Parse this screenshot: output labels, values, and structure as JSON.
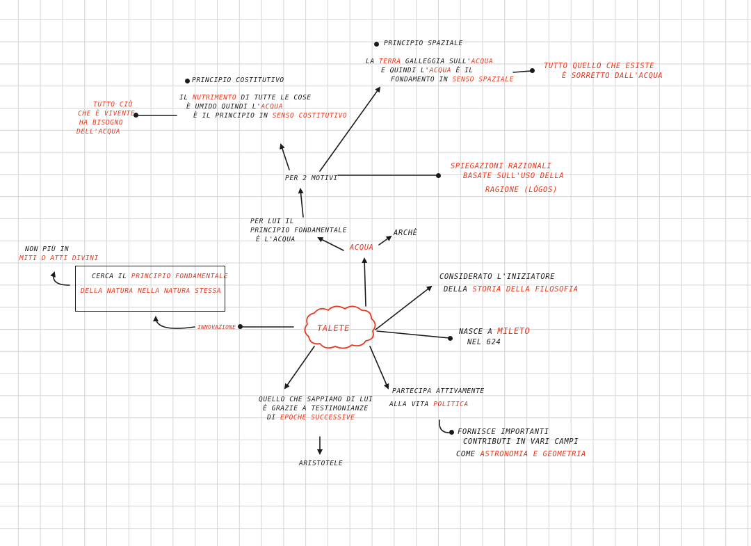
{
  "colors": {
    "ink": "#1a1a1a",
    "accent": "#e8381e",
    "grid": "#d4d4d4",
    "paper": "#ffffff"
  },
  "center": {
    "label": "TALETE"
  },
  "acqua": {
    "word": "ACQUA",
    "arche": "ARCHÈ",
    "fundamental": [
      "PER LUI IL",
      "PRINCIPIO FONDAMENTALE",
      "È L'ACQUA"
    ]
  },
  "motivi": {
    "label": "PER 2 MOTIVI"
  },
  "razionali": {
    "lines": [
      "SPIEGAZIONI RAZIONALI",
      "BASATE SULL'USO DELLA",
      "RAGIONE (LÓGOS)"
    ]
  },
  "spaziale": {
    "title": "PRINCIPIO SPAZIALE",
    "l1": {
      "a": "LA",
      "b": "TERRA",
      "c": "GALLEGGIA SULL'",
      "d": "ACQUA"
    },
    "l2": {
      "a": "E QUINDI L'",
      "b": "ACQUA",
      "c": "È IL"
    },
    "l3": {
      "a": "FONDAMENTO IN",
      "b": "SENSO SPAZIALE"
    },
    "note": [
      "TUTTO QUELLO CHE ESISTE",
      "È SORRETTO DALL'ACQUA"
    ]
  },
  "costitutivo": {
    "title": "PRINCIPIO COSTITUTIVO",
    "l1": {
      "a": "IL",
      "b": "NUTRIMENTO",
      "c": "DI TUTTE LE COSE"
    },
    "l2": {
      "a": "È UMIDO QUINDI L'",
      "b": "ACQUA"
    },
    "l3": {
      "a": "È IL PRINCIPIO IN",
      "b": "SENSO COSTITUTIVO"
    },
    "note": [
      "TUTTO CIÒ",
      "CHE È VIVENTE",
      "HA BISOGNO",
      "DELL'ACQUA"
    ]
  },
  "innovazione": {
    "label": "INNOVAZIONE",
    "box_l1": {
      "a": "CERCA IL",
      "b": "PRINCIPIO FONDAMENTALE"
    },
    "box_l2": {
      "b": "DELLA NATURA NELLA NATURA STESSA"
    },
    "miti": {
      "l1": "NON PIÙ IN",
      "l2a": "MITI O",
      "l2b": "ATTI DIVINI"
    }
  },
  "iniziatore": {
    "l1": "CONSIDERATO L'INIZIATORE",
    "l2a": "DELLA",
    "l2b": "STORIA DELLA FILOSOFIA"
  },
  "nascita": {
    "a": "NASCE A",
    "b": "MILETO",
    "c": "NEL 624"
  },
  "testimonianze": {
    "l1": "QUELLO CHE SAPPIAMO DI LUI",
    "l2": "È GRAZIE A TESTIMONIANZE",
    "l3a": "DI",
    "l3b": "EPOCHE SUCCESSIVE",
    "aristotele": "ARISTOTELE"
  },
  "politica": {
    "l1": "PARTECIPA ATTIVAMENTE",
    "l2a": "ALLA VITA",
    "l2b": "POLITICA",
    "contrib": {
      "l1": "FORNISCE IMPORTANTI",
      "l2": "CONTRIBUTI IN VARI CAMPI",
      "l3a": "COME",
      "l3b": "ASTRONOMIA E GEOMETRIA"
    }
  }
}
